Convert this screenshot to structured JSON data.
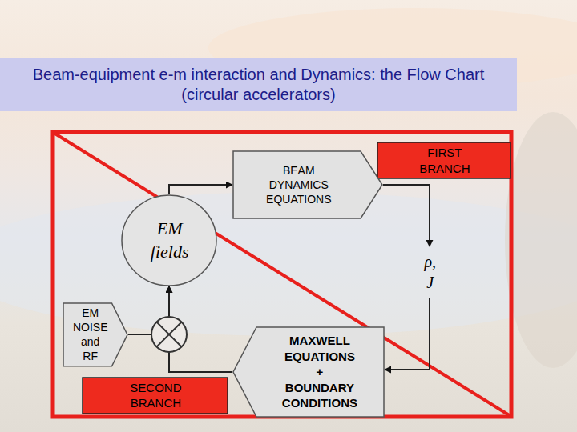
{
  "diagram": {
    "title": "Beam-equipment e-m interaction and Dynamics: the Flow Chart (circular accelerators)",
    "nodes": [
      {
        "text": [
          "FIRST BRANCH"
        ]
      },
      {
        "text": [
          "BEAM DYNAMICS EQUATIONS"
        ]
      },
      {
        "text": [
          "EM fields"
        ]
      },
      {
        "text": [
          "ρ, J"
        ]
      },
      {
        "text": [
          "EM NOISE and RF"
        ]
      },
      {
        "text": [
          "SECOND BRANCH"
        ]
      },
      {
        "text": [
          "MAXWELL EQUATIONS + BOUNDARY CONDITIONS"
        ]
      }
    ],
    "edges": [
      {
        "from": 2,
        "to": 1,
        "arrow": "to"
      },
      {
        "from": 1,
        "to": 3,
        "arrow": "to"
      },
      {
        "from": 3,
        "to": 6,
        "arrow": "to"
      },
      {
        "from": 6,
        "to": 2,
        "arrow": "to"
      },
      {
        "from": 4,
        "to": 2,
        "arrow": "to"
      }
    ]
  }
}
